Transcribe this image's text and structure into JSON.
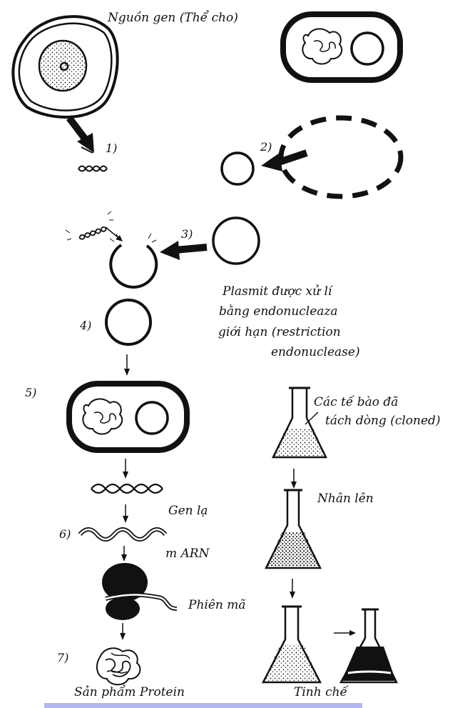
{
  "labels": {
    "gene_source": "Nguồn gen (Thể cho)",
    "plasmid_treated_line1": "Plasmit được xử lí",
    "plasmid_treated_line2": "bằng endonucleaza",
    "plasmid_treated_line3": "giới hạn (restriction",
    "plasmid_treated_line4": "endonuclease)",
    "cloned_cells_line1": "Các tế bào đã",
    "cloned_cells_line2": "tách dòng (cloned)",
    "multiply": "Nhân lên",
    "foreign_gene": "Gen lạ",
    "mrna": "m ARN",
    "transcription": "Phiên mã",
    "protein_product": "Sản phẩm Protein",
    "purify": "Tinh chế"
  },
  "steps": {
    "s1": "1)",
    "s2": "2)",
    "s3": "3)",
    "s4": "4)",
    "s5": "5)",
    "s6": "6)",
    "s7": "7)"
  },
  "colors": {
    "ink": "#111111",
    "page": "#ffffff",
    "bottom_bar": "#b3b6f0"
  }
}
